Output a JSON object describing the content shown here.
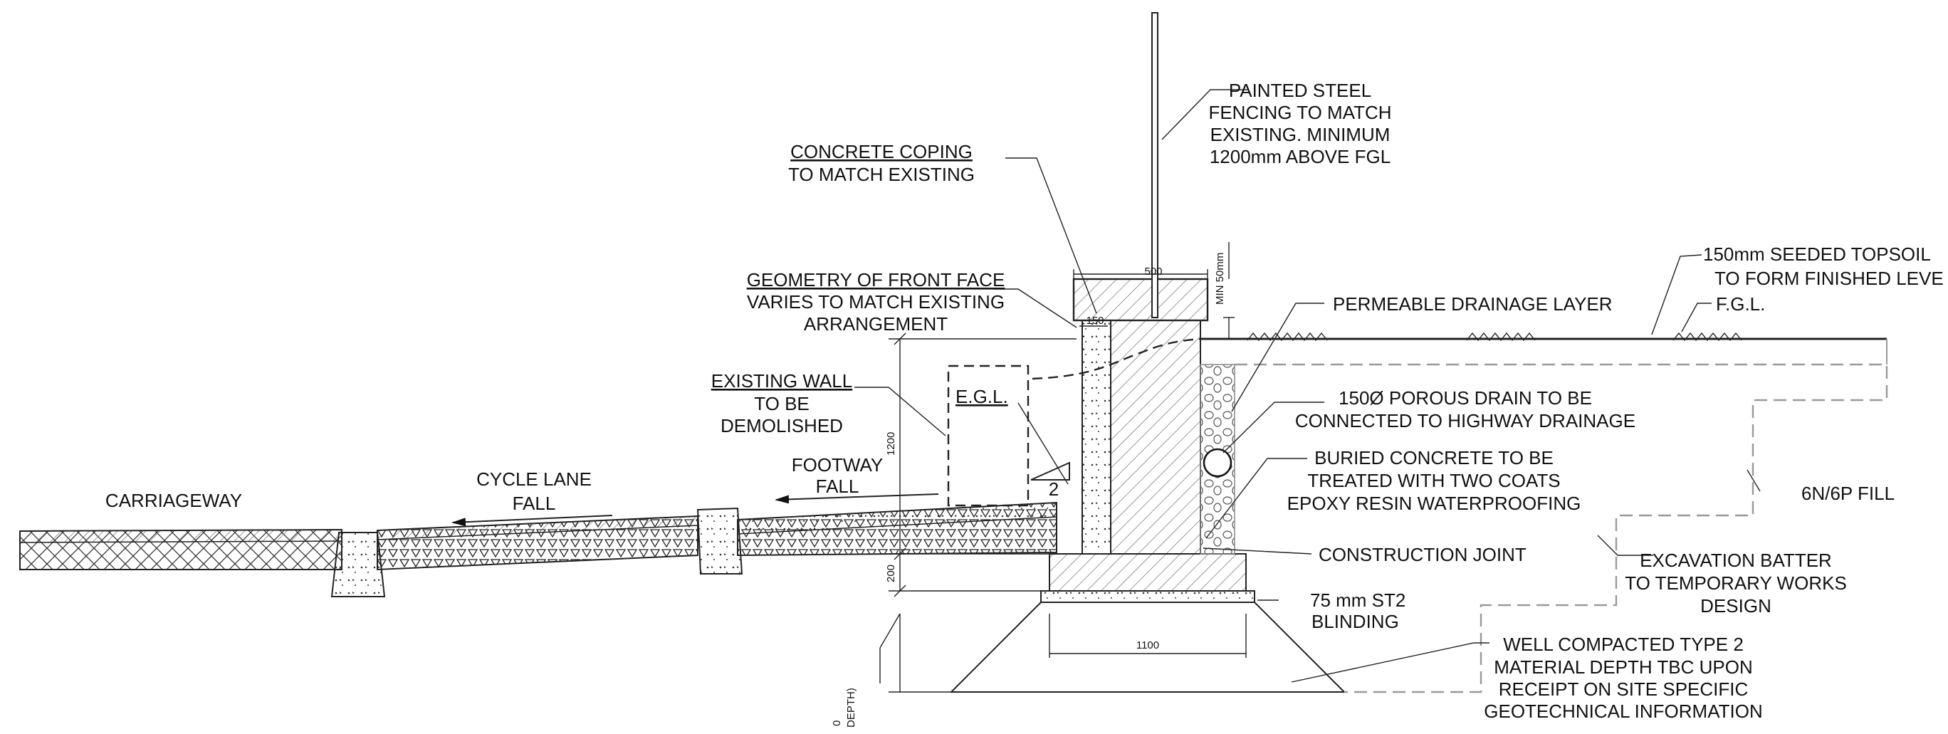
{
  "labels": {
    "fencing": [
      "PAINTED STEEL",
      "FENCING TO MATCH",
      "EXISTING. MINIMUM",
      "1200mm ABOVE FGL"
    ],
    "coping": [
      "CONCRETE COPING",
      "TO MATCH EXISTING"
    ],
    "geometry": [
      "GEOMETRY OF FRONT FACE",
      "VARIES TO MATCH EXISTING",
      "ARRANGEMENT"
    ],
    "existing_wall": [
      "EXISTING WALL",
      "TO BE",
      "DEMOLISHED"
    ],
    "egl": "E.G.L.",
    "footway_fall": [
      "FOOTWAY",
      "FALL"
    ],
    "cycle_lane": [
      "CYCLE LANE",
      "FALL"
    ],
    "carriageway": "CARRIAGEWAY",
    "topsoil": [
      "150mm SEEDED TOPSOIL",
      "TO FORM FINISHED LEVE"
    ],
    "fgl": "F.G.L.",
    "permeable": "PERMEABLE DRAINAGE LAYER",
    "porous_drain": [
      "150Ø POROUS DRAIN TO BE",
      "CONNECTED TO HIGHWAY DRAINAGE"
    ],
    "buried_concrete": [
      "BURIED CONCRETE TO BE",
      "TREATED WITH TWO COATS",
      "EPOXY RESIN WATERPROOFING"
    ],
    "fill": "6N/6P FILL",
    "construction_joint": "CONSTRUCTION JOINT",
    "excavation": [
      "EXCAVATION BATTER",
      "TO TEMPORARY WORKS",
      "DESIGN"
    ],
    "blinding": [
      "75 mm ST2",
      "BLINDING"
    ],
    "type2": [
      "WELL COMPACTED TYPE 2",
      "MATERIAL DEPTH TBC UPON",
      "RECEIPT ON SITE SPECIFIC",
      "GEOTECHNICAL INFORMATION"
    ],
    "depth_note": [
      "0",
      "DEPTH)"
    ]
  },
  "dimensions": {
    "coping_width": "500",
    "min_50": "MIN 50mm",
    "stem_150": "150",
    "height_1200": "1200",
    "base_200": "200",
    "base_width": "1100",
    "slope_ratio": "2"
  }
}
